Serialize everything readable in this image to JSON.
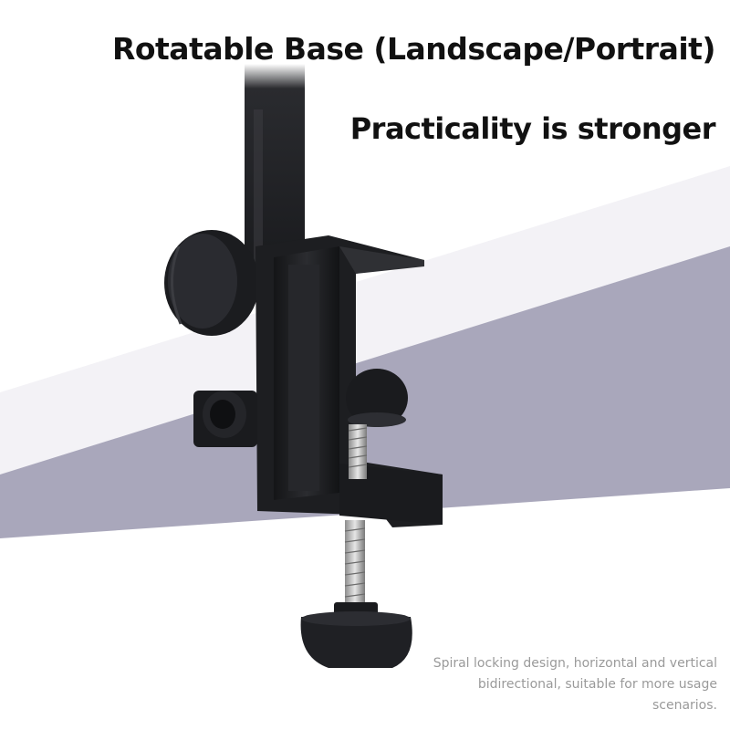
{
  "headline": "Rotatable Base (Landscape/Portrait)",
  "subheadline": "Practicality is stronger",
  "caption": "Spiral locking design, horizontal and vertical bidirectional, suitable for more usage scenarios.",
  "colors": {
    "text_primary": "#111111",
    "text_caption": "#9a9a9a",
    "desk_top": "#f3f2f6",
    "desk_front": "#a9a7bb",
    "clamp": "#1c1d20"
  }
}
